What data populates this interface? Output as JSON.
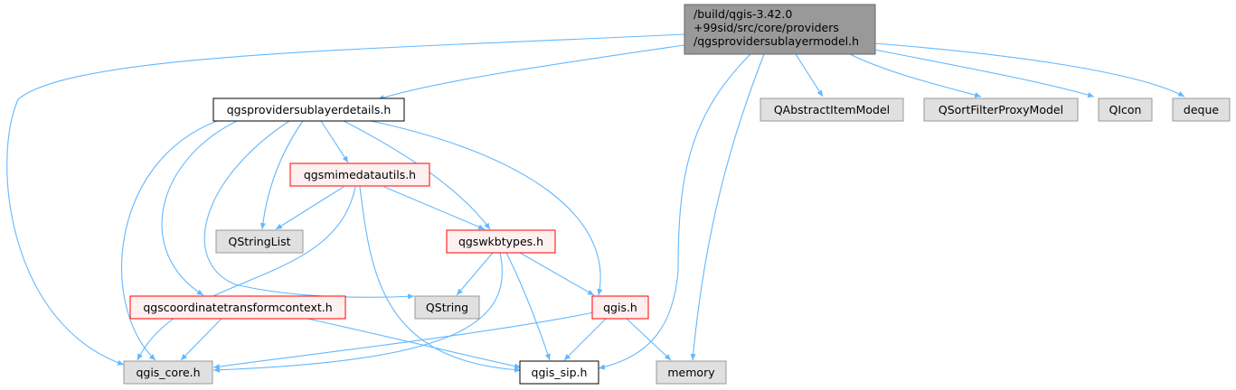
{
  "colors": {
    "edge": "#63b8ff",
    "root_fill": "#999999",
    "root_stroke": "#666666",
    "node_fill": "#ffffff",
    "node_stroke": "#000000",
    "red_fill": "#fff0f0",
    "red_stroke": "#ff0000",
    "ext_fill": "#e0e0e0",
    "ext_stroke": "#999999"
  },
  "nodes": {
    "root": {
      "line1": "/build/qgis-3.42.0",
      "line2": "+99sid/src/core/providers",
      "line3": "/qgsprovidersublayermodel.h"
    },
    "details": "qgsprovidersublayerdetails.h",
    "qabstract": "QAbstractItemModel",
    "qsortfilter": "QSortFilterProxyModel",
    "qicon": "QIcon",
    "deque": "deque",
    "mimedata": "qgsmimedatautils.h",
    "qstringlist": "QStringList",
    "wkbtypes": "qgswkbtypes.h",
    "coordtransform": "qgscoordinatetransformcontext.h",
    "qstring": "QString",
    "qgis": "qgis.h",
    "qgis_core": "qgis_core.h",
    "qgis_sip": "qgis_sip.h",
    "memory": "memory"
  }
}
